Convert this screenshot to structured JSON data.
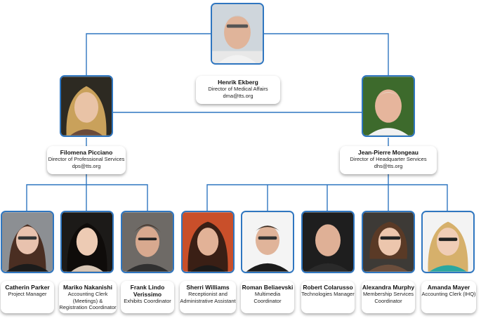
{
  "colors": {
    "connector": "#2f76c0",
    "photo_border": "#2f76c0"
  },
  "top": {
    "name": "Henrik Ekberg",
    "title": "Director of Medical Affairs",
    "email": "dma@tts.org"
  },
  "directors": [
    {
      "name": "Filomena Picciano",
      "title": "Director of Professional Services",
      "email": "dps@tts.org"
    },
    {
      "name": "Jean-Pierre Mongeau",
      "title": "Director of Headquarter Services",
      "email": "dhs@tts.org"
    }
  ],
  "staff": [
    {
      "name": "Catherin Parker",
      "title": "Project Manager"
    },
    {
      "name": "Mariko Nakanishi",
      "title": "Accounting Clerk (Meetings) & Registration Coordinator"
    },
    {
      "name": "Frank Lindo Verissimo",
      "title": "Exhibits Coordinator"
    },
    {
      "name": "Sherri Williams",
      "title": "Receptionist and Administrative Assistant"
    },
    {
      "name": "Roman Beliaevski",
      "title": "Multimedia Coordinator"
    },
    {
      "name": "Robert Colarusso",
      "title": "Technologies Manager"
    },
    {
      "name": "Alexandra Murphy",
      "title": "Membership Services Coordinator"
    },
    {
      "name": "Amanda Mayer",
      "title": "Accounting Clerk (IHQ)"
    }
  ]
}
